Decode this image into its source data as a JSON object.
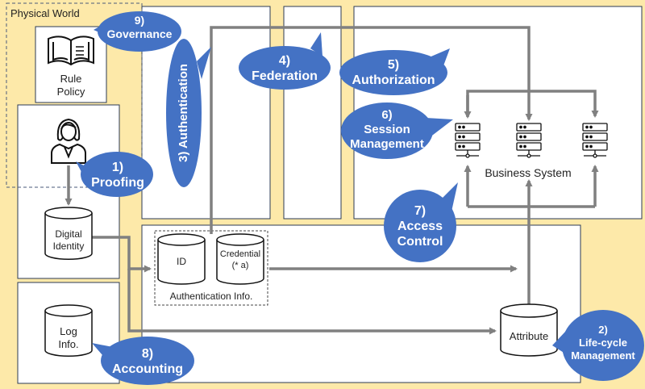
{
  "physical_world_label": "Physical World",
  "rule_policy": {
    "line1": "Rule",
    "line2": "Policy"
  },
  "digital_identity": {
    "line1": "Digital",
    "line2": "Identity"
  },
  "log_info": {
    "line1": "Log",
    "line2": "Info."
  },
  "auth_info": {
    "id": "ID",
    "credential_line1": "Credential",
    "credential_line2": "(* a)",
    "caption": "Authentication Info."
  },
  "attribute": "Attribute",
  "business_system": "Business System",
  "bubbles": {
    "proofing": {
      "num": "1)",
      "text": "Proofing"
    },
    "lifecycle": {
      "num": "2)",
      "line1": "Life-cycle",
      "line2": "Management"
    },
    "authentication": {
      "text": "3) Authentication"
    },
    "federation": {
      "num": "4)",
      "text": "Federation"
    },
    "authorization": {
      "num": "5)",
      "text": "Authorization"
    },
    "session": {
      "num": "6)",
      "line1": "Session",
      "line2": "Management"
    },
    "access_control": {
      "num": "7)",
      "line1": "Access",
      "line2": "Control"
    },
    "accounting": {
      "num": "8)",
      "text": "Accounting"
    },
    "governance": {
      "num": "9)",
      "text": "Governance"
    }
  },
  "colors": {
    "background": "#fde9a9",
    "bubble": "#4472c4",
    "arrow": "#808080",
    "panel": "#ffffff",
    "border": "#2b3a55"
  }
}
